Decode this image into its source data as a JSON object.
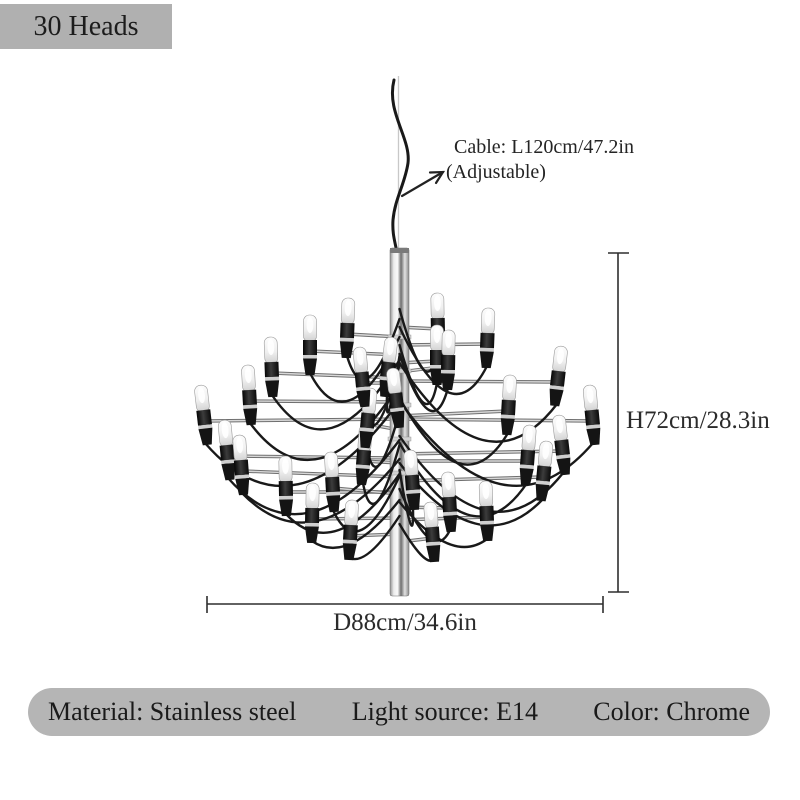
{
  "badge": {
    "label": "30 Heads"
  },
  "cable_note": {
    "line1": "Cable: L120cm/47.2in",
    "line2": "(Adjustable)"
  },
  "dimensions": {
    "height_label": "H72cm/28.3in",
    "diameter_label": "D88cm/34.6in"
  },
  "specs": {
    "material": "Material: Stainless steel",
    "light_source": "Light source: E14",
    "color": "Color: Chrome"
  },
  "colors": {
    "badge_bg": "#b0b0b0",
    "bar_bg": "#b5b5b5",
    "text": "#1f1f1f",
    "dimension_line": "#2e2e2e",
    "cable": "#191919",
    "arm": "#9c9c9c",
    "arm_highlight": "#d8d8d8",
    "socket": "#141414",
    "socket_ring": "#cfcfcf",
    "glass_high": "#ffffff",
    "glass_low": "#d5d5d5"
  }
}
